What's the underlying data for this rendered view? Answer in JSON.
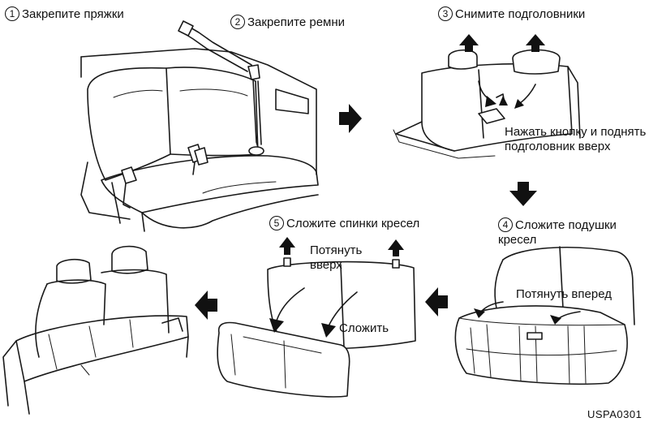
{
  "steps": [
    {
      "number": "1",
      "text": "Закрепите пряжки"
    },
    {
      "number": "2",
      "text": "Закрепите ремни"
    },
    {
      "number": "3",
      "text": "Снимите подголовники"
    },
    {
      "number": "4",
      "text": "Сложите подушки кресел"
    },
    {
      "number": "5",
      "text": "Сложите спинки кресел"
    }
  ],
  "notes": {
    "press_button": "Нажать кнопку и поднять подголовник вверх",
    "pull_forward": "Потянуть вперед",
    "pull_up": "Потянуть вверх",
    "fold": "Сложить"
  },
  "figure_code": "USPA0301"
}
